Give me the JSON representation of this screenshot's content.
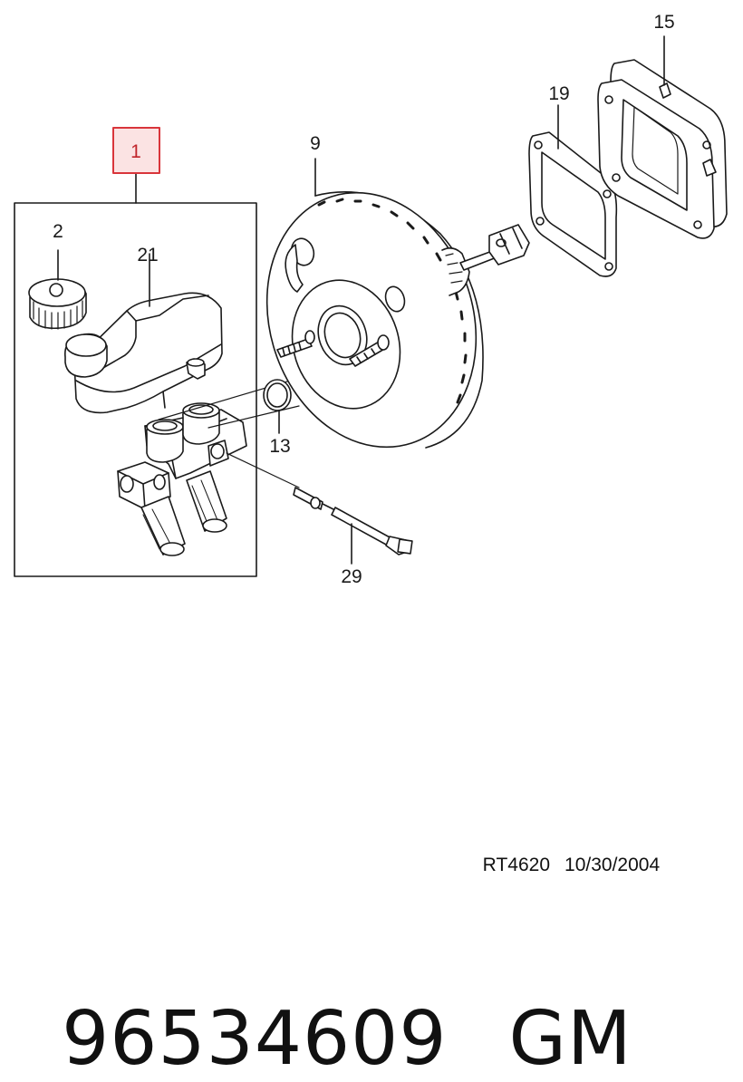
{
  "callouts": {
    "c1": "1",
    "c2": "2",
    "c9": "9",
    "c13": "13",
    "c15": "15",
    "c19": "19",
    "c21": "21",
    "c29": "29"
  },
  "colors": {
    "highlight_border": "#d9353b",
    "highlight_fill": "#fbe3e3",
    "line": "#1a1a1a"
  },
  "reference": {
    "code": "RT4620",
    "date": "10/30/2004"
  },
  "part": {
    "number": "96534609",
    "brand": "GM"
  }
}
